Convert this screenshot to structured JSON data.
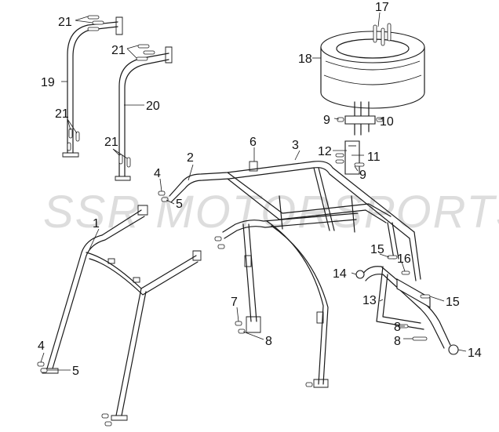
{
  "watermark": "SSR MOTORSPORTS",
  "callouts": {
    "c1": "1",
    "c2": "2",
    "c3": "3",
    "c4a": "4",
    "c4b": "4",
    "c5a": "5",
    "c5b": "5",
    "c6": "6",
    "c7": "7",
    "c8a": "8",
    "c8b": "8",
    "c8c": "8",
    "c9a": "9",
    "c9b": "9",
    "c10": "10",
    "c11": "11",
    "c12": "12",
    "c13": "13",
    "c14a": "14",
    "c14b": "14",
    "c15a": "15",
    "c15b": "15",
    "c16": "16",
    "c17": "17",
    "c18": "18",
    "c19": "19",
    "c20": "20",
    "c21a": "21",
    "c21b": "21",
    "c21c": "21",
    "c21d": "21"
  }
}
